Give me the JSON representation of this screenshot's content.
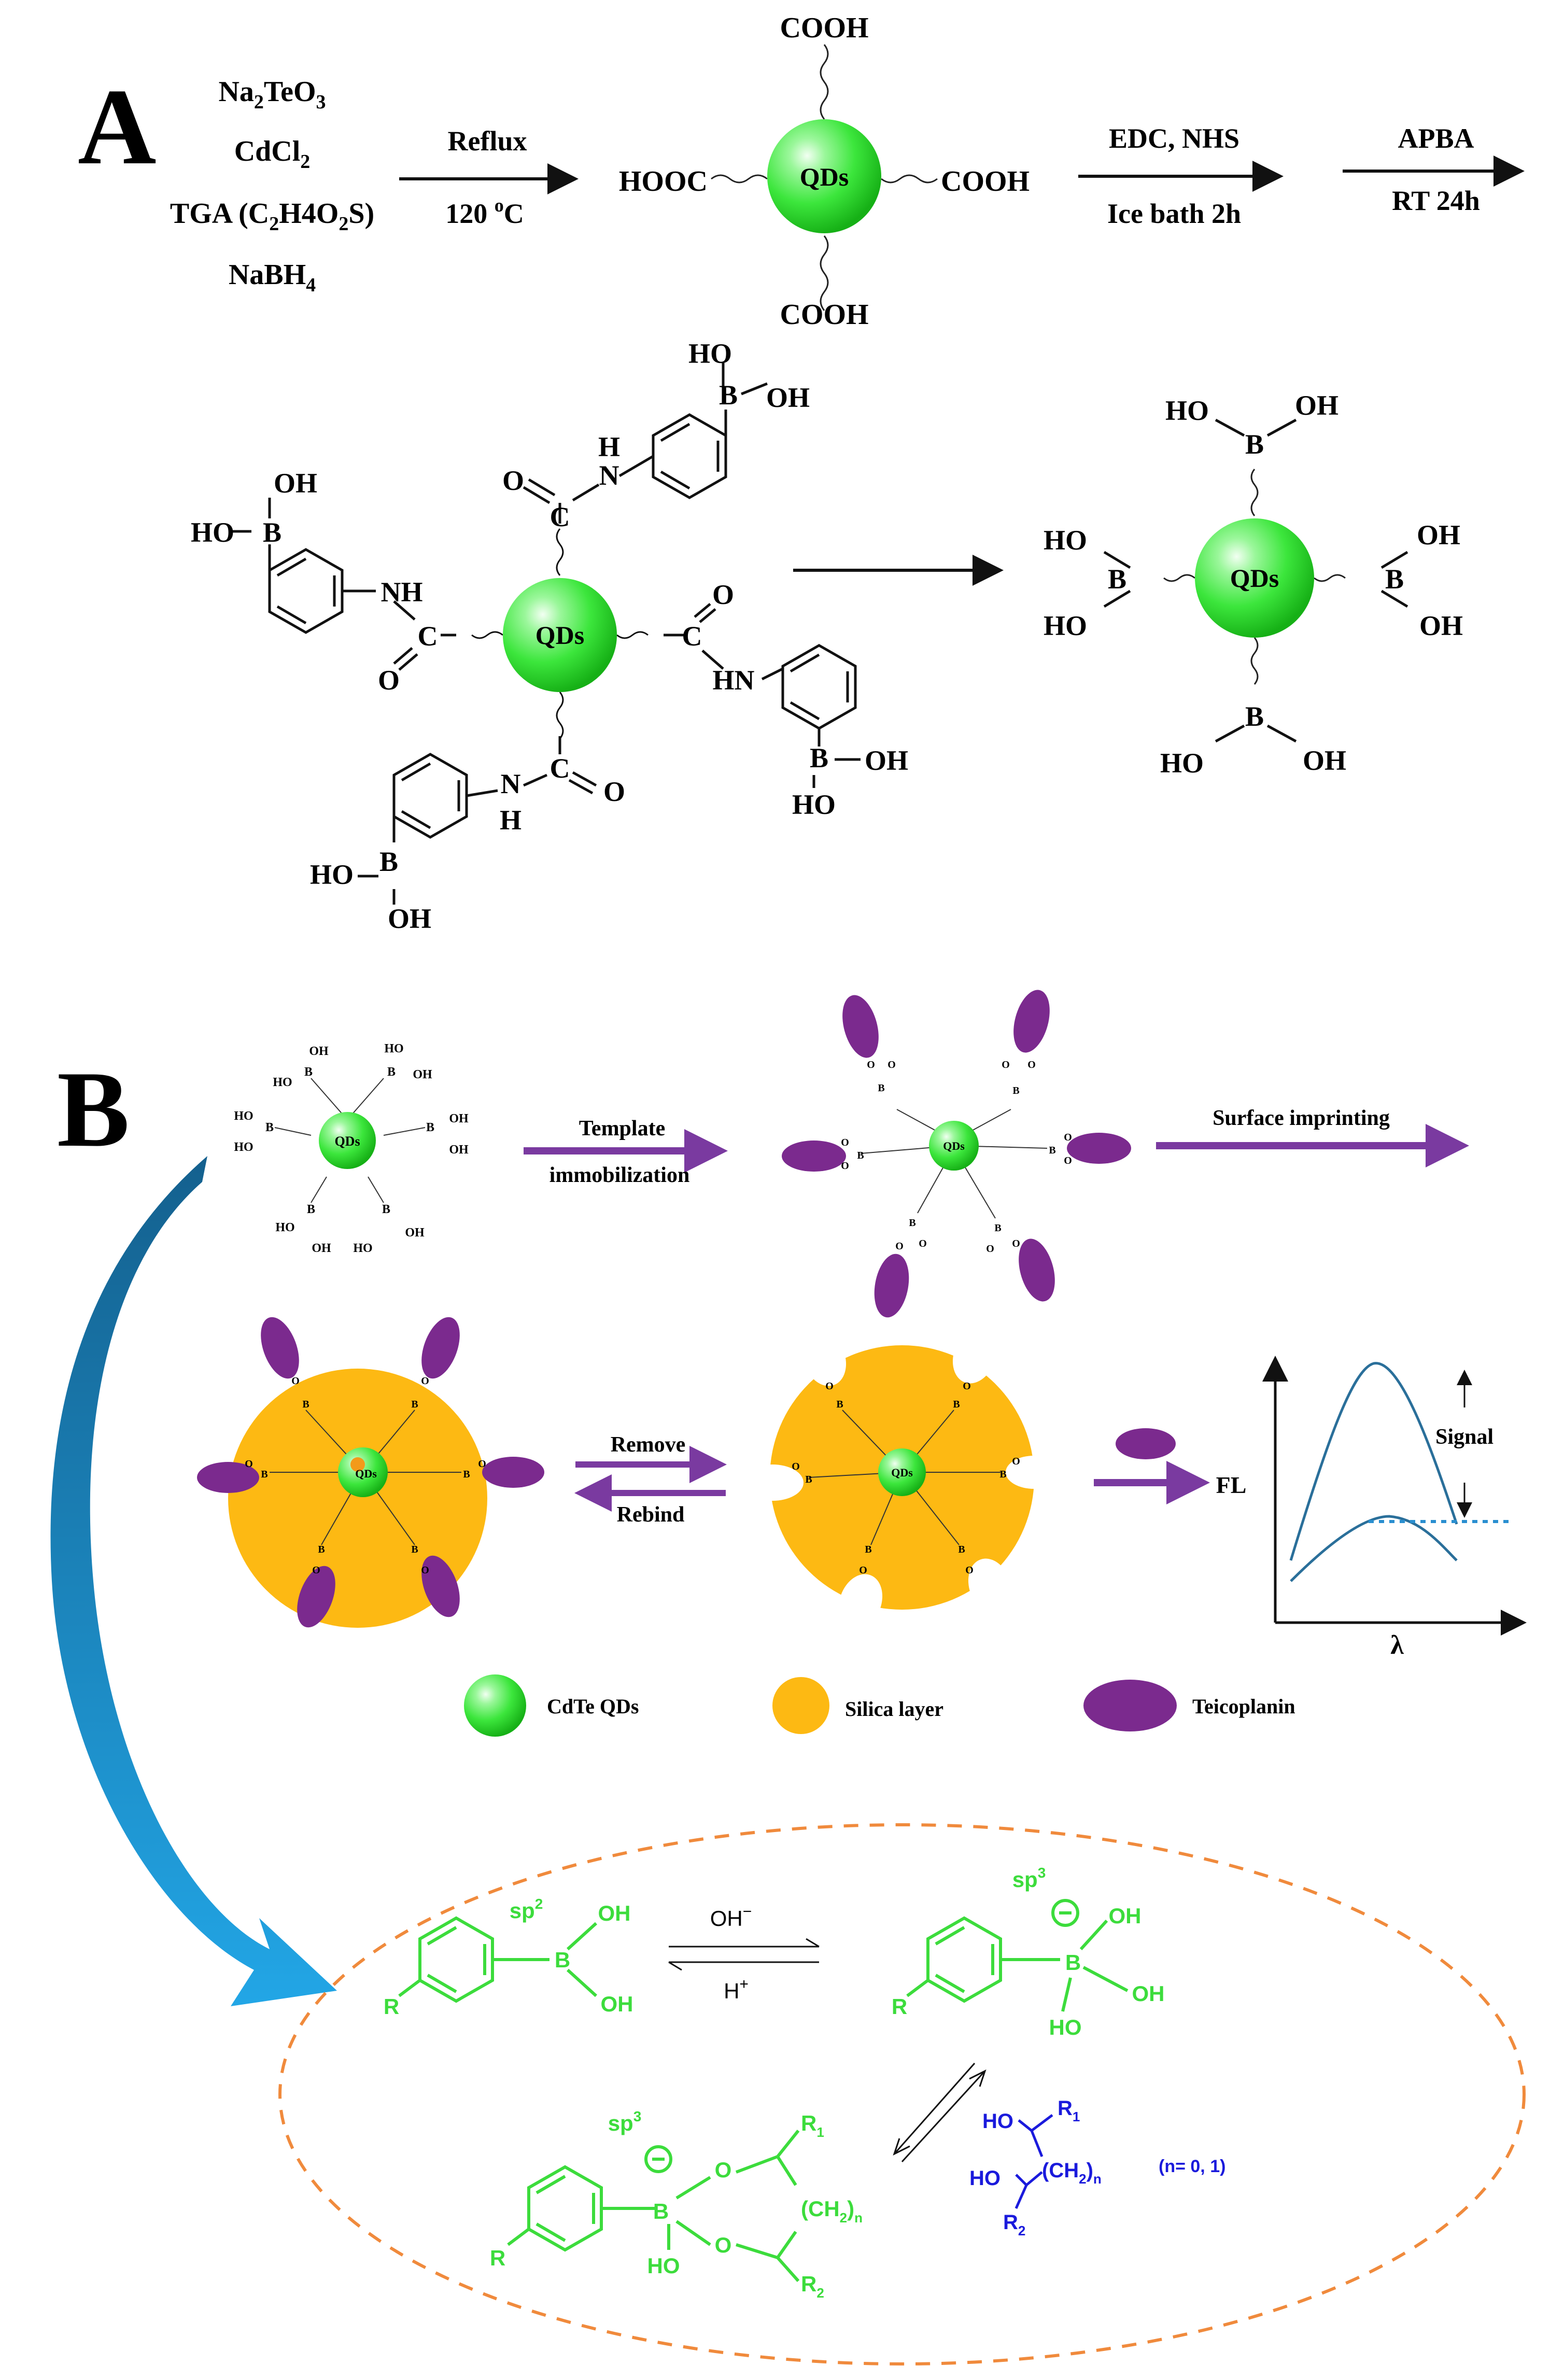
{
  "panel_a": {
    "letter": "A",
    "reagents": {
      "r1": "Na",
      "r1_sub": "2",
      "r1_b": "TeO",
      "r1_sub2": "3",
      "r2": "CdCl",
      "r2_sub": "2",
      "r3": "TGA (C",
      "r3_sub": "2",
      "r3_b": "H4O",
      "r3_sub2": "2",
      "r3_c": "S)",
      "r4": "NaBH",
      "r4_sub": "4"
    },
    "step1": {
      "top": "Reflux",
      "bottom_a": "120 ",
      "bottom_sup": "o",
      "bottom_b": "C"
    },
    "qd_label": "QDs",
    "cooh": "COOH",
    "hooc": "HOOC",
    "step2": {
      "top": "EDC, NHS",
      "bottom": "Ice bath 2h"
    },
    "step3": {
      "top": "APBA",
      "bottom": "RT 24h"
    },
    "atoms": {
      "HO": "HO",
      "OH": "OH",
      "B": "B",
      "HOB": "HO-B",
      "O": "O",
      "C": "C",
      "N": "N",
      "H": "H",
      "NH": "NH",
      "HN": "HN"
    }
  },
  "panel_b": {
    "letter": "B",
    "step1": {
      "line1": "Template",
      "line2": "immobilization"
    },
    "step2": "Surface imprinting",
    "remove": "Remove",
    "rebind": "Rebind",
    "fl": "FL",
    "qd_label": "QDs",
    "atoms": {
      "HO": "HO",
      "OH": "OH",
      "B": "B",
      "O": "O"
    },
    "graph": {
      "signal": "Signal",
      "xlabel": "λ"
    },
    "legend": {
      "qd": "CdTe QDs",
      "silica": "Silica layer",
      "template": "Teicoplanin"
    },
    "mechanism": {
      "sp2": "sp",
      "sp2_sup": "2",
      "sp3": "sp",
      "sp3_sup": "3",
      "oh_minus": "OH",
      "oh_minus_sup": "−",
      "h_plus": "H",
      "h_plus_sup": "+",
      "R": "R",
      "B": "B",
      "OH": "OH",
      "HO": "HO",
      "O": "O",
      "R1": "R",
      "R1_sub": "1",
      "R2": "R",
      "R2_sub": "2",
      "ch2n_a": "(CH",
      "ch2n_sub": "2",
      "ch2n_b": ")",
      "ch2n_n": "n",
      "n_values": "(n= 0, 1)",
      "minus": "−"
    }
  },
  "colors": {
    "qd_green": "#3ce63c",
    "silica": "#fdb913",
    "teicoplanin": "#7b2a8e",
    "arrow_purple": "#7a3aa0",
    "curved_arrow": "#1a8fd0",
    "curve_line": "#2a6f9a",
    "mechanism_green": "#3cdc3c",
    "diol_blue": "#1a1adc",
    "dashed_orange": "#f08a3c"
  }
}
